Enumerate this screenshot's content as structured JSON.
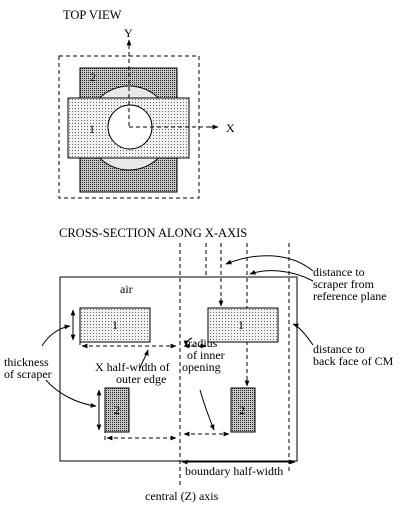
{
  "top_view": {
    "title": "TOP VIEW",
    "axis_y": "Y",
    "axis_x": "X",
    "label_1": "1",
    "label_2": "2"
  },
  "cross_section": {
    "title": "CROSS-SECTION ALONG X-AXIS",
    "air": "air",
    "left_1": "1",
    "left_2": "2",
    "right_1": "1",
    "right_2": "2",
    "thickness_line1": "thickness",
    "thickness_line2": "of scraper",
    "x_half_line1": "X half-width of",
    "x_half_line2": "outer edge",
    "radius_line1": "radius",
    "radius_line2": "of inner",
    "radius_line3": "opening",
    "dist_scraper_line1": "distance to",
    "dist_scraper_line2": "scraper from",
    "dist_scraper_line3": "reference plane",
    "dist_back_line1": "distance to",
    "dist_back_line2": "back face of CM",
    "boundary": "boundary half-width",
    "central_axis": "central (Z) axis"
  },
  "colors": {
    "stroke": "#000000",
    "fill_light": "#e4e4e4",
    "fill_dark": "#a9a9a9",
    "background": "#ffffff"
  }
}
